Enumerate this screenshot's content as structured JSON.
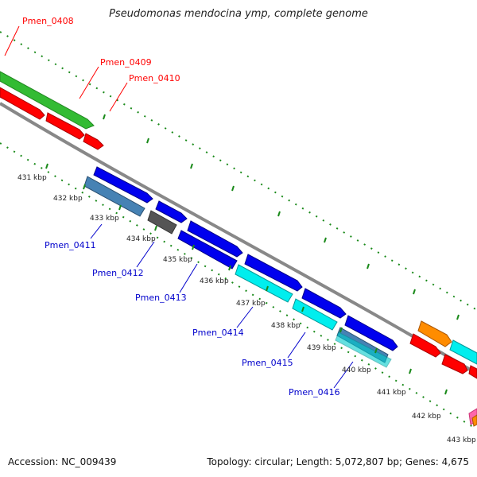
{
  "title": "Pseudomonas mendocina ymp, complete genome",
  "footer": {
    "accession": "Accession: NC_009439",
    "topology": "Topology: circular; Length: 5,072,807 bp; Genes: 4,675"
  },
  "kbp_ticks": [
    "431 kbp",
    "432 kbp",
    "433 kbp",
    "434 kbp",
    "435 kbp",
    "436 kbp",
    "437 kbp",
    "438 kbp",
    "439 kbp",
    "440 kbp",
    "441 kbp",
    "442 kbp",
    "443 kbp"
  ],
  "gene_labels": [
    {
      "text": "Pmen_0408",
      "strand": "top",
      "color": "#ff0000"
    },
    {
      "text": "Pmen_0409",
      "strand": "top",
      "color": "#ff0000"
    },
    {
      "text": "Pmen_0410",
      "strand": "top",
      "color": "#ff0000"
    },
    {
      "text": "Pmen_0411",
      "strand": "bottom",
      "color": "#0000cc"
    },
    {
      "text": "Pmen_0412",
      "strand": "bottom",
      "color": "#0000cc"
    },
    {
      "text": "Pmen_0413",
      "strand": "bottom",
      "color": "#0000cc"
    },
    {
      "text": "Pmen_0414",
      "strand": "bottom",
      "color": "#0000cc"
    },
    {
      "text": "Pmen_0415",
      "strand": "bottom",
      "color": "#0000cc"
    },
    {
      "text": "Pmen_0416",
      "strand": "bottom",
      "color": "#0000cc"
    }
  ],
  "colors": {
    "backbone": "#808080",
    "tick_dots": "#1a8a1a",
    "red_gene": "#ff0000",
    "green_gene": "#33bb33",
    "blue_gene": "#0000ee",
    "steel_gene": "#4682b4",
    "gray_gene": "#555555",
    "cyan_gene": "#00eeee",
    "orange_gene": "#ff8c00"
  }
}
